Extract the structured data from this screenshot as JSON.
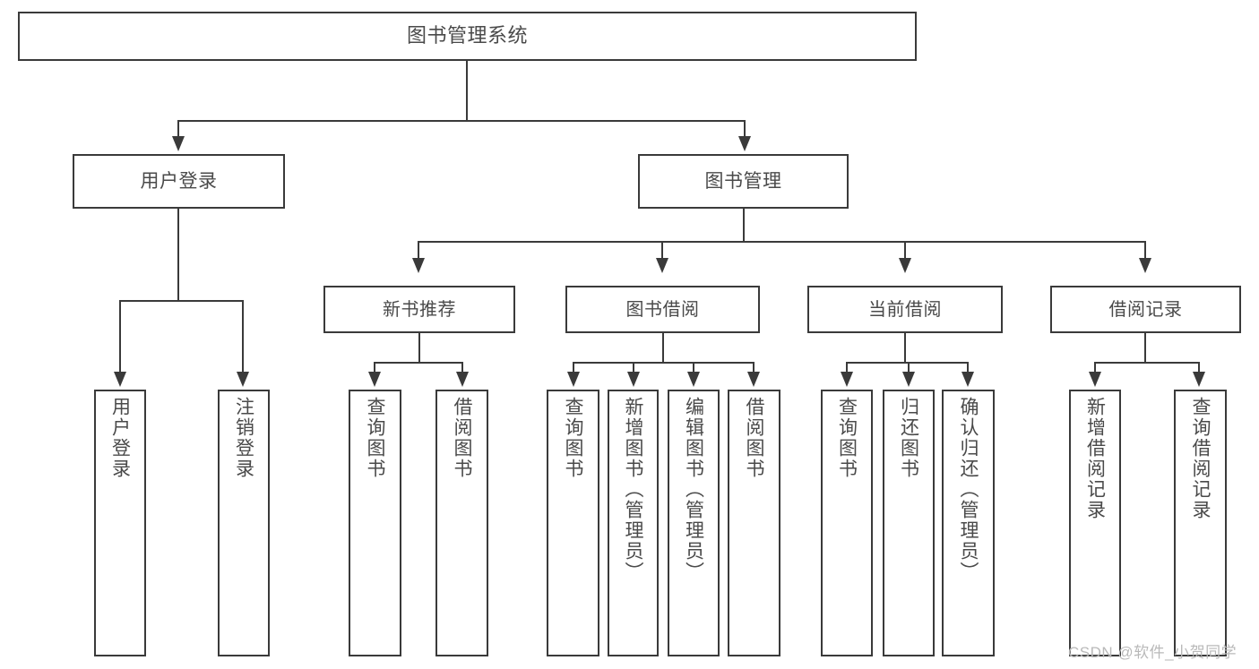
{
  "diagram": {
    "type": "tree-hierarchy",
    "title": "图书管理系统",
    "root": {
      "label": "图书管理系统"
    },
    "level1": [
      {
        "label": "用户登录"
      },
      {
        "label": "图书管理"
      }
    ],
    "level2": [
      {
        "label": "新书推荐"
      },
      {
        "label": "图书借阅"
      },
      {
        "label": "当前借阅"
      },
      {
        "label": "借阅记录"
      }
    ],
    "leaves": {
      "user_login": [
        {
          "label": "用户登录"
        },
        {
          "label": "注销登录"
        }
      ],
      "new_book_recommend": [
        {
          "label": "查询图书"
        },
        {
          "label": "借阅图书"
        }
      ],
      "book_borrow": [
        {
          "label": "查询图书"
        },
        {
          "label": "新增图书（管理员）"
        },
        {
          "label": "编辑图书（管理员）"
        },
        {
          "label": "借阅图书"
        }
      ],
      "current_borrow": [
        {
          "label": "查询图书"
        },
        {
          "label": "归还图书"
        },
        {
          "label": "确认归还（管理员）"
        }
      ],
      "borrow_record": [
        {
          "label": "新增借阅记录"
        },
        {
          "label": "查询借阅记录"
        }
      ]
    }
  },
  "watermark": {
    "text": "CSDN @软件_小贺同学"
  },
  "colors": {
    "border": "#3a3a3a",
    "text": "#4a4a4a",
    "background": "#ffffff",
    "watermark": "#b9b9b9"
  }
}
